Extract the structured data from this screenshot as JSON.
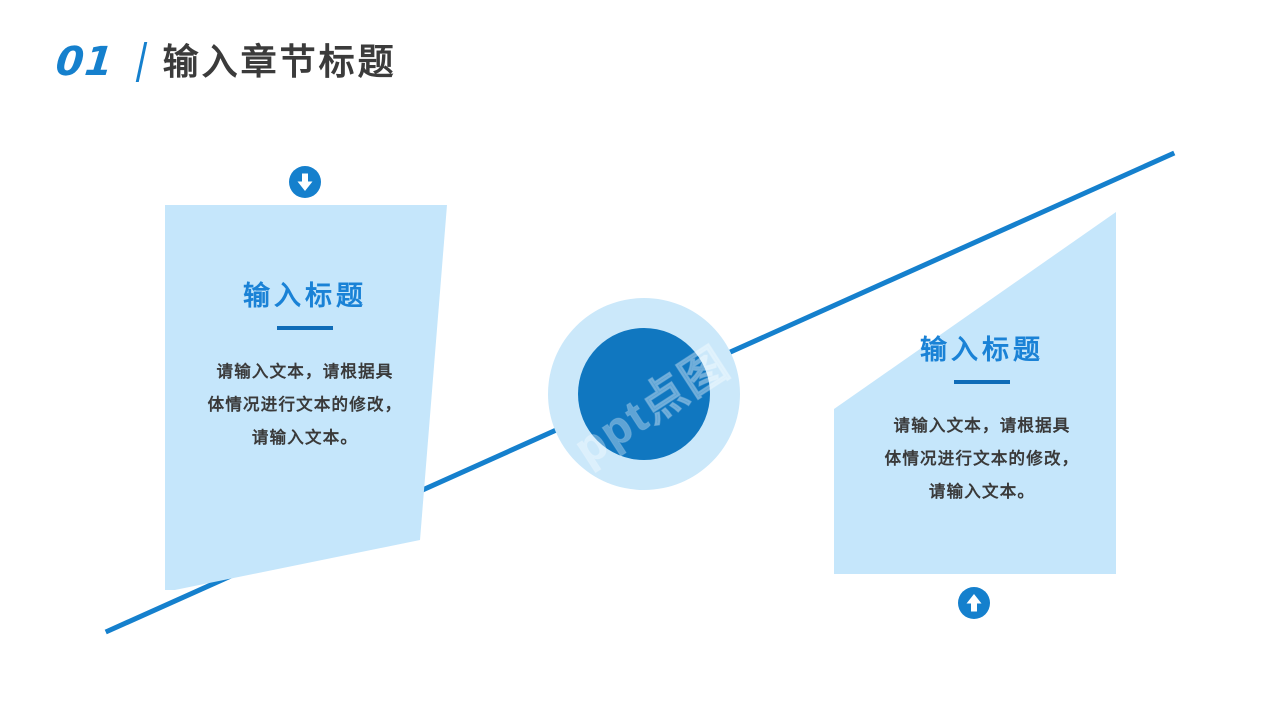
{
  "header": {
    "number": "01",
    "separator": "/",
    "title": "输入章节标题"
  },
  "colors": {
    "accent": "#1580cd",
    "accent_dark": "#0f6cb8",
    "card_fill": "#c5e6fb",
    "circle_outer": "#cbe8fa",
    "circle_inner": "#1077c0",
    "heading_text": "#3b3b3b",
    "body_text": "#3a3a3a",
    "background": "#ffffff"
  },
  "cards": [
    {
      "id": "left",
      "title": "输入标题",
      "body_lines": [
        "请输入文本，请根据具",
        "体情况进行文本的修改，",
        "请输入文本。"
      ],
      "badge_icon": "arrow-down-circle-icon"
    },
    {
      "id": "right",
      "title": "输入标题",
      "body_lines": [
        "请输入文本，请根据具",
        "体情况进行文本的修改，",
        "请输入文本。"
      ],
      "badge_icon": "arrow-up-circle-icon"
    }
  ],
  "center": {
    "label": "center-circle-node"
  },
  "watermark": {
    "text": "ppt点图"
  }
}
